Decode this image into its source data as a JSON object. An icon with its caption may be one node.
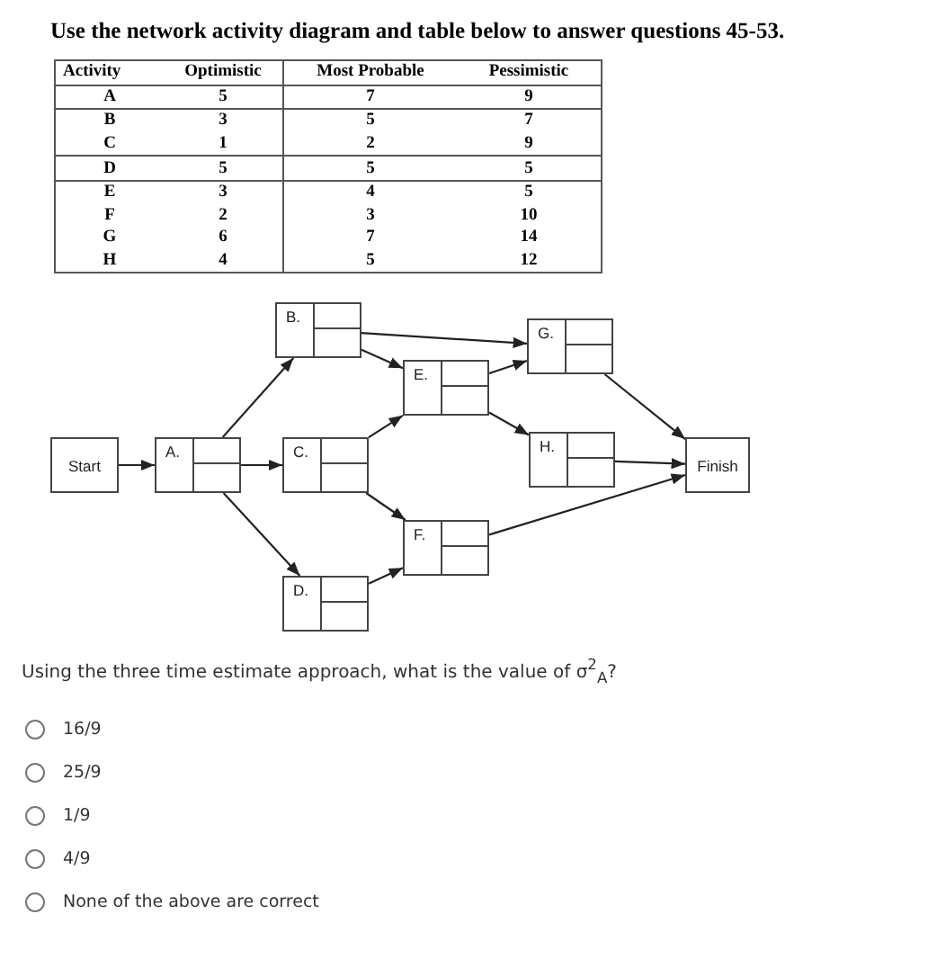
{
  "diagram": {
    "title": "Use the network activity diagram and table below to answer questions 45-53.",
    "nodes": [
      {
        "text": [
          "Start"
        ]
      },
      {
        "text": [
          "A."
        ]
      },
      {
        "text": [
          "B."
        ]
      },
      {
        "text": [
          "C."
        ]
      },
      {
        "text": [
          "D."
        ]
      },
      {
        "text": [
          "E."
        ]
      },
      {
        "text": [
          "F."
        ]
      },
      {
        "text": [
          "G."
        ]
      },
      {
        "text": [
          "H."
        ]
      },
      {
        "text": [
          "Finish"
        ]
      }
    ],
    "edges": [
      {
        "from": 0,
        "to": 1,
        "arrow": "to"
      },
      {
        "from": 1,
        "to": 2,
        "arrow": "to"
      },
      {
        "from": 1,
        "to": 3,
        "arrow": "to"
      },
      {
        "from": 1,
        "to": 4,
        "arrow": "to"
      },
      {
        "from": 2,
        "to": 7,
        "arrow": "to"
      },
      {
        "from": 2,
        "to": 5,
        "arrow": "to"
      },
      {
        "from": 3,
        "to": 5,
        "arrow": "to"
      },
      {
        "from": 3,
        "to": 6,
        "arrow": "to"
      },
      {
        "from": 4,
        "to": 6,
        "arrow": "to"
      },
      {
        "from": 5,
        "to": 7,
        "arrow": "to"
      },
      {
        "from": 5,
        "to": 8,
        "arrow": "to"
      },
      {
        "from": 7,
        "to": 9,
        "arrow": "to"
      },
      {
        "from": 8,
        "to": 9,
        "arrow": "to"
      },
      {
        "from": 6,
        "to": 9,
        "arrow": "to"
      }
    ],
    "labels": [
      "Activity",
      "Optimistic",
      "Most Probable",
      "Pessimistic",
      "A",
      "5",
      "7",
      "9",
      "B",
      "3",
      "5",
      "7",
      "C",
      "1",
      "2",
      "9",
      "D",
      "5",
      "5",
      "5",
      "E",
      "3",
      "4",
      "5",
      "F",
      "2",
      "3",
      "10",
      "G",
      "6",
      "7",
      "14",
      "H",
      "4",
      "5",
      "12",
      "Using the three time estimate approach, what is the value of σ$^{2}$$_{A}$?",
      "16/9",
      "25/9",
      "1/9",
      "4/9",
      "None of the above are correct"
    ]
  }
}
